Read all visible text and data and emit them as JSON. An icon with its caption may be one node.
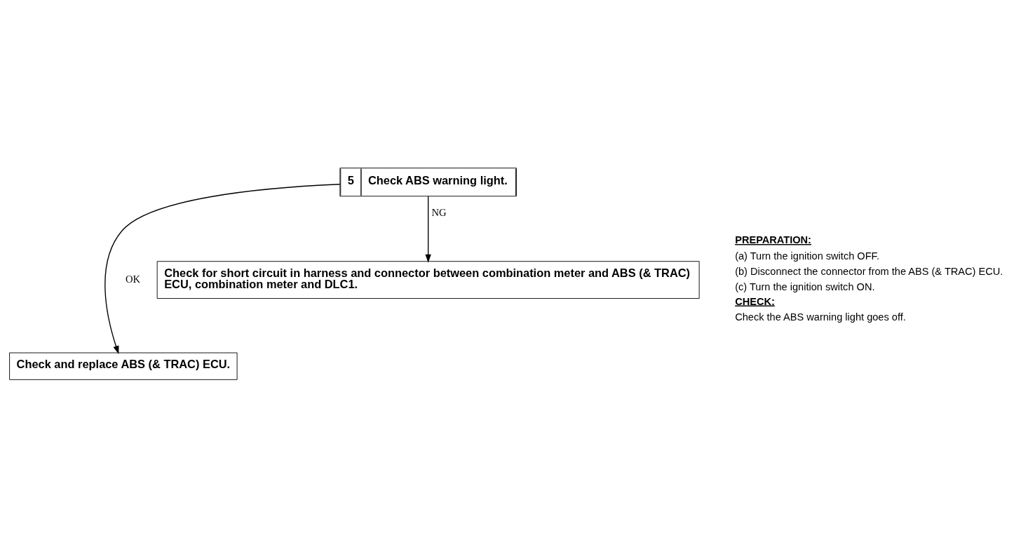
{
  "diagram": {
    "nodes": [
      {
        "text": [
          "5",
          "Check ABS warning light."
        ]
      },
      {
        "text": [
          "Check and replace ABS (& TRAC) ECU."
        ]
      },
      {
        "text": [
          "Check for short circuit in harness and connector between combination meter and ABS (& TRAC) ECU, combination meter and DLC1."
        ]
      }
    ],
    "edges": [
      {
        "from": 0,
        "to": 1,
        "arrow": "to",
        "label": "OK"
      },
      {
        "from": 0,
        "to": 2,
        "arrow": "to",
        "label": "NG"
      }
    ],
    "labels": [
      "PREPARATION:",
      "(a) Turn the ignition switch OFF.",
      "(b) Disconnect the connector from the ABS (& TRAC) ECU.",
      "(c) Turn the ignition switch ON.",
      "CHECK:",
      "Check the ABS warning light goes off."
    ]
  }
}
